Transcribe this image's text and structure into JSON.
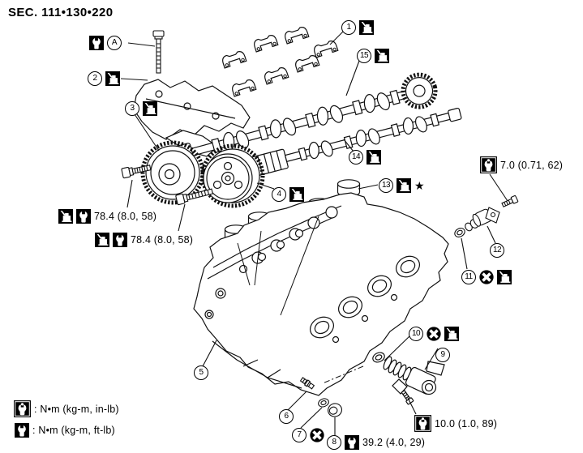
{
  "title": "SEC. 111•130•220",
  "reference": {
    "bolt_letter": "A"
  },
  "callouts": {
    "c1": {
      "n": "1"
    },
    "c2": {
      "n": "2"
    },
    "c3": {
      "n": "3"
    },
    "c4": {
      "n": "4"
    },
    "c5": {
      "n": "5"
    },
    "c6": {
      "n": "6"
    },
    "c7": {
      "n": "7"
    },
    "c8": {
      "n": "8"
    },
    "c9": {
      "n": "9"
    },
    "c10": {
      "n": "10"
    },
    "c11": {
      "n": "11"
    },
    "c12": {
      "n": "12"
    },
    "c13": {
      "n": "13"
    },
    "c14": {
      "n": "14"
    },
    "c15": {
      "n": "15"
    }
  },
  "torques": {
    "cam_sensor_bolt": "7.0 (0.71, 62)",
    "intake_sprocket_bolt": "78.4 (8.0, 58)",
    "exhaust_sprocket_bolt": "78.4 (8.0, 58)",
    "tensioner_bolt": "10.0 (1.0, 89)",
    "plug": "39.2 (4.0, 29)"
  },
  "marks": {
    "star": "★"
  },
  "icons": {
    "oil": "apply-oil-icon",
    "no_reuse": "do-not-reuse-icon",
    "wrench_ft": "torque-ft-lb-icon",
    "wrench_in": "torque-in-lb-icon"
  },
  "legend": {
    "in_lb": ": N•m (kg-m, in-lb)",
    "ft_lb": ": N•m (kg-m, ft-lb)"
  }
}
